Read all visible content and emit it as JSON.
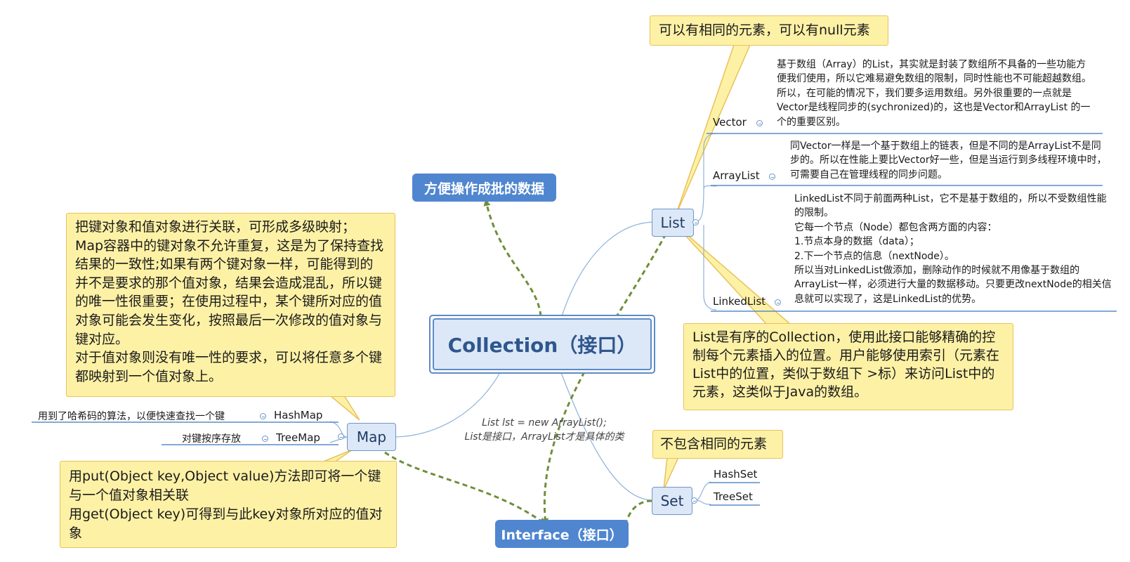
{
  "root": {
    "label": "Collection（接口）"
  },
  "pill_batch": "方便操作成批的数据",
  "pill_interface": "Interface（接口）",
  "list": {
    "label": "List",
    "note_top": "可以有相同的元素，可以有null元素",
    "note_bottom": "List是有序的Collection，使用此接口能够精确的控制每个元素插入的位置。用户能够使用索引（元素在List中的位置，类似于数组下 >标）来访问List中的元素，这类似于Java的数组。",
    "children": [
      {
        "label": "Vector",
        "desc": "基于数组（Array）的List，其实就是封装了数组所不具备的一些功能方便我们使用，所以它难易避免数组的限制，同时性能也不可能超越数组。所以，在可能的情况下，我们要多运用数组。另外很重要的一点就是Vector是线程同步的(sychronized)的，这也是Vector和ArrayList 的一个的重要区别。"
      },
      {
        "label": "ArrayList",
        "desc": "同Vector一样是一个基于数组上的链表，但是不同的是ArrayList不是同步的。所以在性能上要比Vector好一些，但是当运行到多线程环境中时，可需要自己在管理线程的同步问题。"
      },
      {
        "label": "LinkedList",
        "desc": "LinkedList不同于前面两种List，它不是基于数组的，所以不受数组性能的限制。\n它每一个节点（Node）都包含两方面的内容：\n1.节点本身的数据（data）；\n2.下一个节点的信息（nextNode）。\n所以当对LinkedList做添加，删除动作的时候就不用像基于数组的ArrayList一样，必须进行大量的数据移动。只要更改nextNode的相关信息就可以实现了，这是LinkedList的优势。"
      }
    ]
  },
  "set": {
    "label": "Set",
    "note": "不包含相同的元素",
    "children": [
      "HashSet",
      "TreeSet"
    ]
  },
  "map": {
    "label": "Map",
    "note_top": "把键对象和值对象进行关联，可形成多级映射；\nMap容器中的键对象不允许重复，这是为了保持查找结果的一致性;如果有两个键对象一样，可能得到的并不是要求的那个值对象，结果会造成混乱，所以键的唯一性很重要；在使用过程中，某个键所对应的值对象可能会发生变化，按照最后一次修改的值对象与键对应。\n对于值对象则没有唯一性的要求，可以将任意多个键都映射到一个值对象上。",
    "note_bottom": "用put(Object key,Object value)方法即可将一个键与一个值对象相关联\n用get(Object key)可得到与此key对象所对应的值对象",
    "children": [
      {
        "label": "HashMap",
        "desc": "用到了哈希码的算法，以便快速查找一个键"
      },
      {
        "label": "TreeMap",
        "desc": "对键按序存放"
      }
    ]
  },
  "relation_note": {
    "line1": "List lst = new ArrayList();",
    "line2": "List是接口，ArrayList才是具体的类"
  },
  "colors": {
    "node_fill": "#dce8f7",
    "node_border": "#6f96c9",
    "pill": "#4f86cf",
    "callout_fill": "#fdf1a6",
    "callout_border": "#e8c25a",
    "dashed_arrow": "#6e8f3a"
  }
}
